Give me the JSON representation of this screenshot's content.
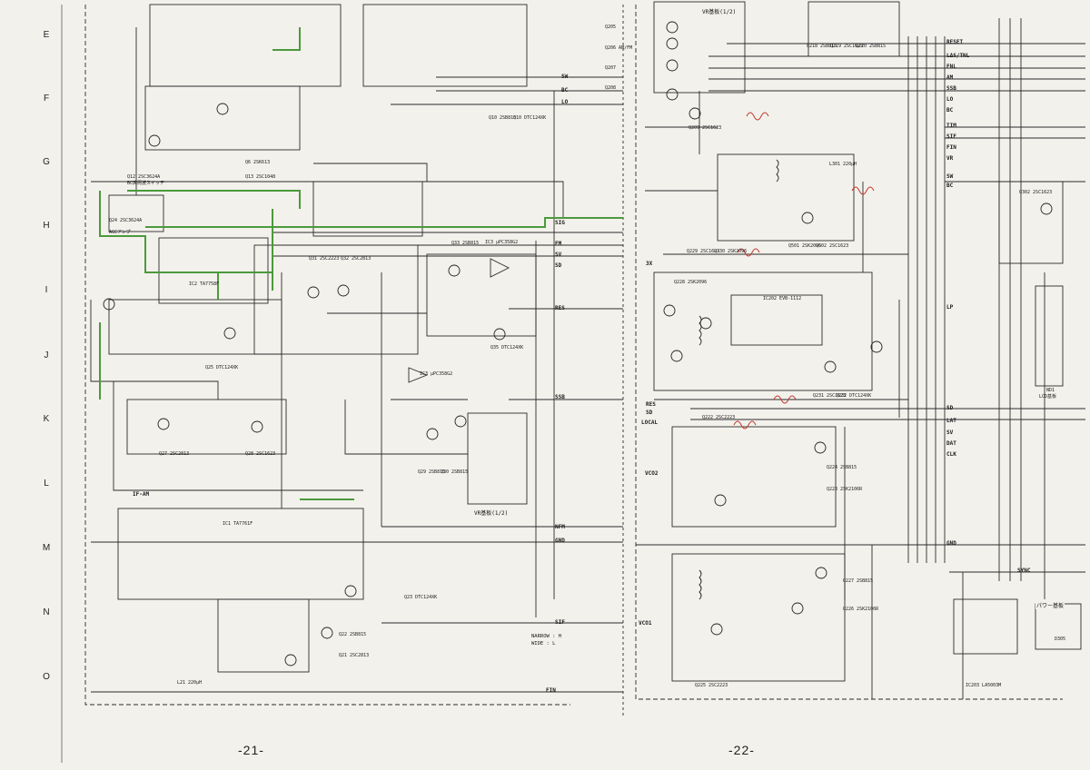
{
  "row_letters": [
    "E",
    "F",
    "G",
    "H",
    "I",
    "J",
    "K",
    "L",
    "M",
    "N",
    "O"
  ],
  "page_numbers": {
    "left": "-21-",
    "right": "-22-"
  },
  "lines": {
    "left": [
      "SIG",
      "FM",
      "SV",
      "SD",
      "LO",
      "BC",
      "SW",
      "RES",
      "SSB",
      "RES",
      "SD",
      "LOCAL",
      "NFM",
      "GND",
      "SIF",
      "FIN",
      "3X"
    ],
    "right": [
      "RESET",
      "LΔS/TNL",
      "FNL",
      "AM",
      "SSB",
      "LO",
      "BC",
      "TIM",
      "SIF",
      "FIN",
      "VR",
      "SW",
      "BC",
      "SD",
      "LAT",
      "SV",
      "DAT",
      "CLK",
      "LP",
      "GND",
      "SYNC"
    ]
  },
  "boxes": {
    "vr_top": "VR基板(1/2)",
    "vr_left": "VR基板(1/2)",
    "power": "パワー基板"
  },
  "narrow_wide": [
    "NARROW : H",
    "WIDE : L"
  ],
  "left_parts": [
    {
      "id": "q12",
      "text": "Q12 2SC3624A"
    },
    {
      "id": "q12d",
      "text": "BC高周波スイッチ"
    },
    {
      "id": "q6",
      "text": "Q6 2SK613"
    },
    {
      "id": "q13",
      "text": "Q13 2SC1048"
    },
    {
      "id": "q24",
      "text": "Q24 2SC3624A"
    },
    {
      "id": "q24d",
      "text": "AGCアンプ"
    },
    {
      "id": "ic2",
      "text": "IC2 TA7758F"
    },
    {
      "id": "q25",
      "text": "Q25 DTC124XK"
    },
    {
      "id": "q31",
      "text": "Q31 2SC2223"
    },
    {
      "id": "q32",
      "text": "Q32 2SC2813"
    },
    {
      "id": "q33",
      "text": "Q33 2SB815"
    },
    {
      "id": "ic3a",
      "text": "IC3 μPC358G2"
    },
    {
      "id": "ic3b",
      "text": "IC3 μPC358G2"
    },
    {
      "id": "q35",
      "text": "Q35 DTC124XK"
    },
    {
      "id": "q27",
      "text": "Q27 2SC2813"
    },
    {
      "id": "q28",
      "text": "Q28 2SC1623"
    },
    {
      "id": "q29",
      "text": "Q29 2SB815"
    },
    {
      "id": "q30",
      "text": "Q30 2SB815"
    },
    {
      "id": "ic1",
      "text": "IC1 TA7761F"
    },
    {
      "id": "q23",
      "text": "Q23 DTC124XK"
    },
    {
      "id": "q22",
      "text": "Q22 2SB815"
    },
    {
      "id": "q21",
      "text": "Q21 2SC2813"
    },
    {
      "id": "q10",
      "text": "Q10 2SB815"
    },
    {
      "id": "q10b",
      "text": "Q10 DTC124XK"
    },
    {
      "id": "ifam",
      "text": "IF-AM"
    },
    {
      "id": "l21",
      "text": "L21 220μH"
    }
  ],
  "right_parts": [
    {
      "id": "q205",
      "text": "Q205"
    },
    {
      "id": "q206",
      "text": "Q206 AM/FM"
    },
    {
      "id": "q207",
      "text": "Q207"
    },
    {
      "id": "q208",
      "text": "Q208"
    },
    {
      "id": "q209",
      "text": "Q209 2SC1623"
    },
    {
      "id": "q218",
      "text": "Q218 2SB815"
    },
    {
      "id": "q219",
      "text": "Q219 2SC1623"
    },
    {
      "id": "q220",
      "text": "Q220 2SB815"
    },
    {
      "id": "q229",
      "text": "Q229 2SC1623"
    },
    {
      "id": "q230",
      "text": "Q230 2SK2096"
    },
    {
      "id": "q501",
      "text": "Q501 2SK2096"
    },
    {
      "id": "q502",
      "text": "Q502 2SC1623"
    },
    {
      "id": "q228",
      "text": "Q228 2SK2096"
    },
    {
      "id": "ic202",
      "text": "IC202 EVB-1112"
    },
    {
      "id": "q231",
      "text": "Q231 2SC1623"
    },
    {
      "id": "q232",
      "text": "Q232 DTC124XK"
    },
    {
      "id": "q222",
      "text": "Q222 2SC2223"
    },
    {
      "id": "q224",
      "text": "Q224 2SB815"
    },
    {
      "id": "q223",
      "text": "Q223 2SK2106R"
    },
    {
      "id": "q227",
      "text": "Q227 2SB815"
    },
    {
      "id": "q226",
      "text": "Q226 2SK2106R"
    },
    {
      "id": "q225",
      "text": "Q225 2SC2223"
    },
    {
      "id": "q302",
      "text": "Q302 2SC1623"
    },
    {
      "id": "ic203",
      "text": "IC203 LA5003M"
    },
    {
      "id": "vco1",
      "text": "VCO1"
    },
    {
      "id": "vco2",
      "text": "VCO2"
    },
    {
      "id": "nd1",
      "text": "ND1"
    },
    {
      "id": "lcd",
      "text": "LCD基板"
    },
    {
      "id": "d305",
      "text": "D305"
    },
    {
      "id": "l301",
      "text": "L301 220μH"
    }
  ]
}
